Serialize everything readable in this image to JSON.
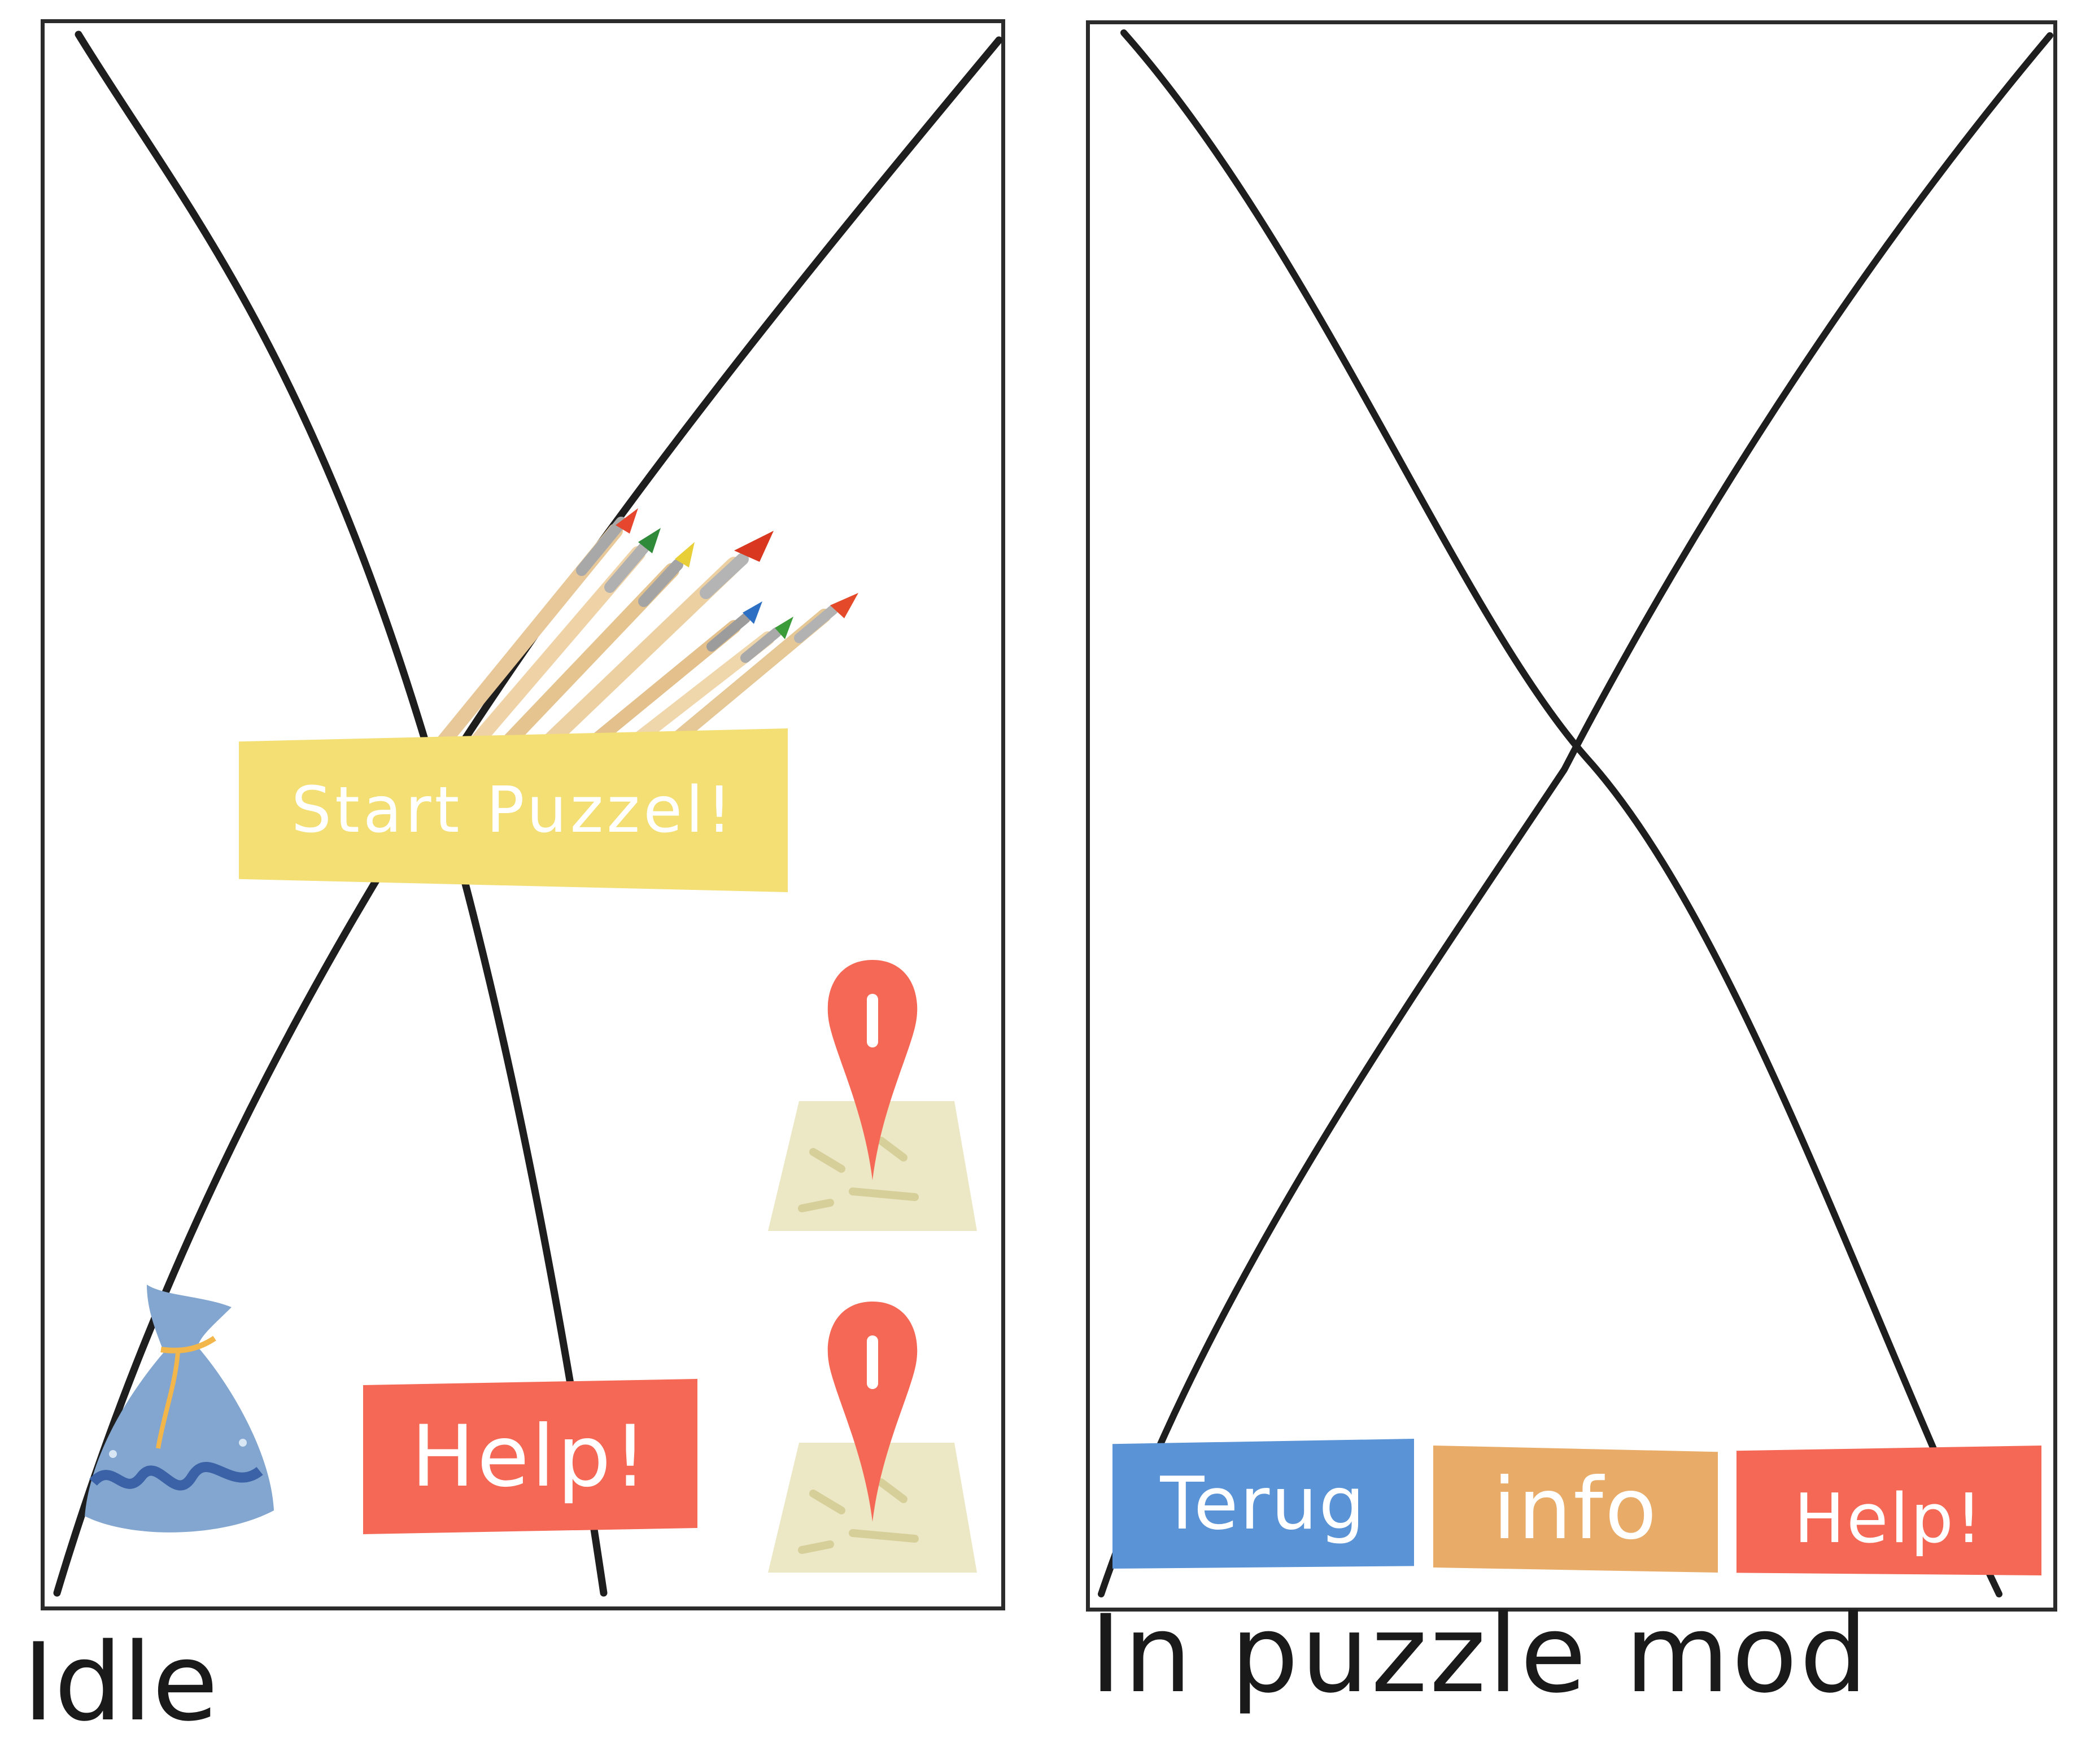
{
  "screens": {
    "idle": {
      "caption": "Idle",
      "start_label": "Start Puzzel!",
      "help_label": "Help!"
    },
    "puzzle": {
      "caption": "In puzzle mod",
      "back_label": "Terug",
      "info_label": "info",
      "help_label": "Help!"
    }
  },
  "colors": {
    "start": "#f3df73",
    "help": "#f66856",
    "back": "#5a93d6",
    "info": "#e8ac68",
    "outline": "#2b2b2b"
  },
  "icons": [
    "paintbrushes-icon",
    "map-pin-icon",
    "map-pin-icon",
    "pouch-icon"
  ]
}
